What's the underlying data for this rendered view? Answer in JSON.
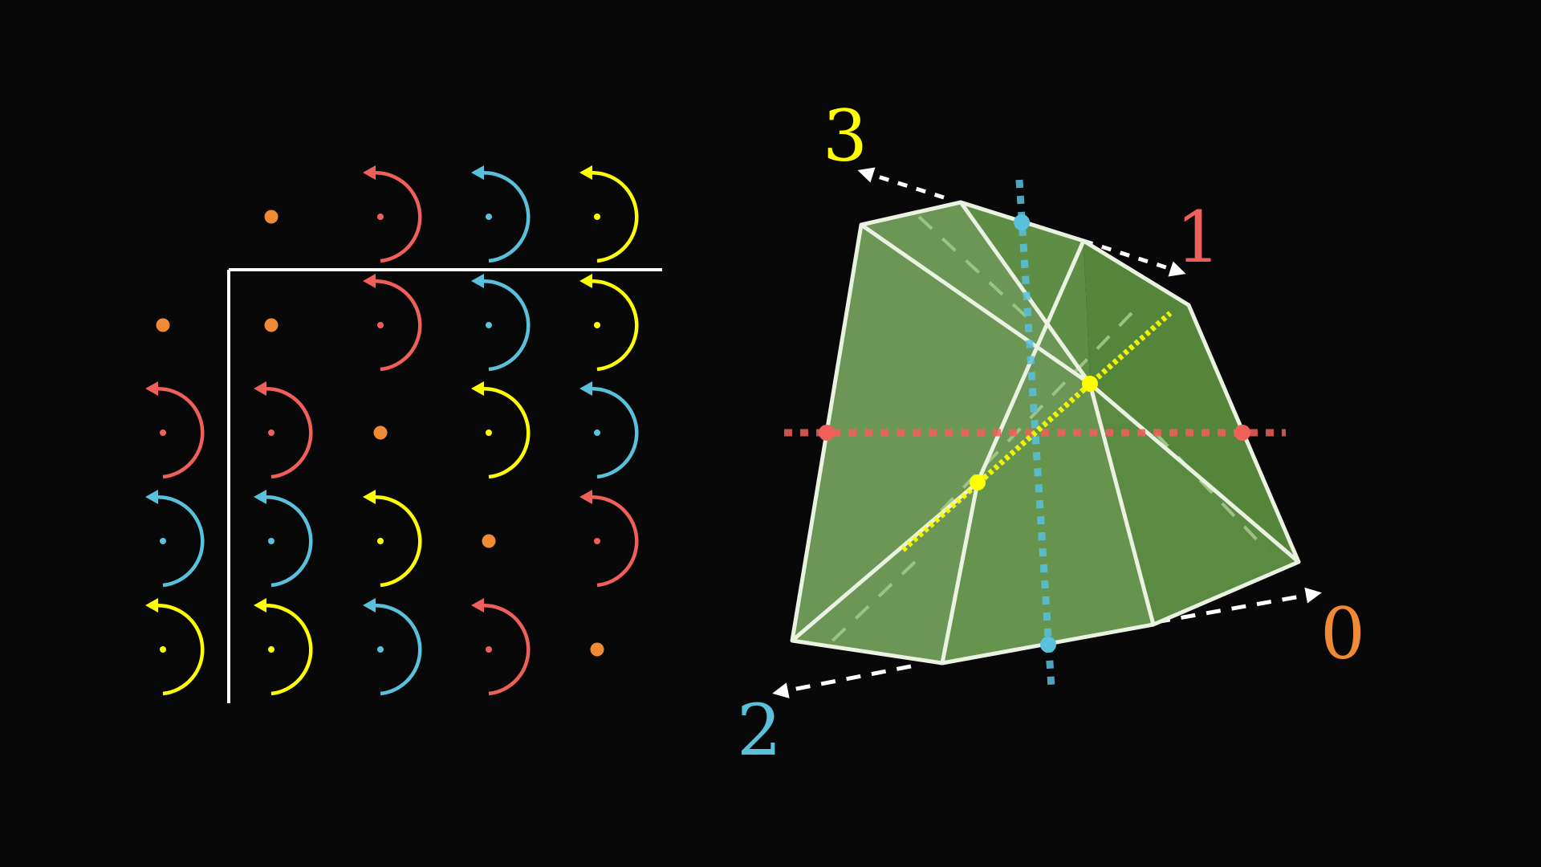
{
  "colors": {
    "background": "#080808",
    "orange": "#f08a35",
    "red": "#f0605a",
    "blue": "#5ac1dd",
    "yellow": "#ffff00",
    "white": "#ffffff",
    "face_light": "#6b9655",
    "face_dark": "#55853b"
  },
  "cayley_table": {
    "color_by_element": [
      "orange",
      "red",
      "blue",
      "yellow"
    ],
    "header_row": [
      0,
      1,
      2,
      3
    ],
    "header_col": [
      0,
      1,
      2,
      3
    ],
    "cells": [
      [
        0,
        1,
        2,
        3
      ],
      [
        1,
        0,
        3,
        2
      ],
      [
        2,
        3,
        0,
        1
      ],
      [
        3,
        2,
        1,
        0
      ]
    ]
  },
  "shape": {
    "axis_labels": [
      {
        "text": "0",
        "color": "orange"
      },
      {
        "text": "1",
        "color": "red"
      },
      {
        "text": "2",
        "color": "blue"
      },
      {
        "text": "3",
        "color": "yellow"
      }
    ]
  }
}
